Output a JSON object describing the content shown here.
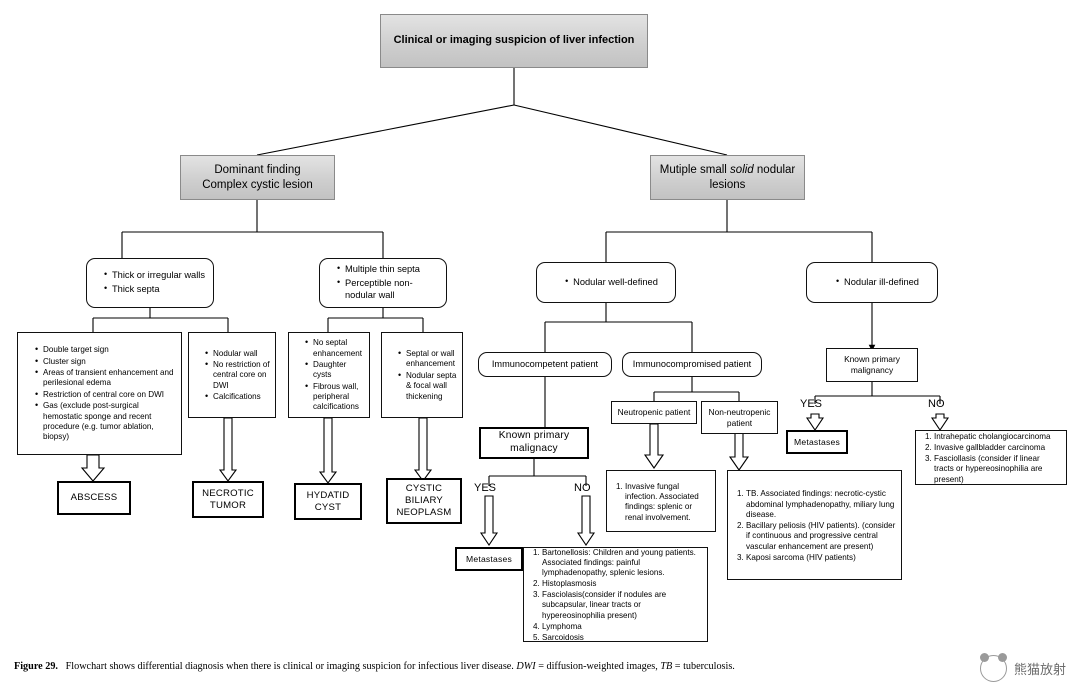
{
  "figure": {
    "label": "Figure 29.",
    "caption_text": "Flowchart shows differential diagnosis when there is clinical or imaging suspicion for infectious liver disease. ",
    "caption_dwi": "DWI",
    "caption_mid": " = diffusion-weighted images, ",
    "caption_tb": "TB",
    "caption_end": " = tuberculosis."
  },
  "watermark": {
    "text": "熊猫放射"
  },
  "nodes": {
    "root": {
      "label": "Clinical or imaging suspicion of liver infection"
    },
    "branch_cystic": {
      "line1": "Dominant finding",
      "line2": "Complex cystic lesion"
    },
    "branch_solid": {
      "pre": "Mutiple small ",
      "em": "solid",
      "post": " nodular lesions"
    },
    "crit_thick_walls": {
      "items": [
        "Thick or irregular walls",
        "Thick septa"
      ]
    },
    "crit_thin_septa": {
      "items": [
        "Multiple thin septa",
        "Perceptible non-nodular wall"
      ]
    },
    "crit_nodular_well": {
      "items": [
        "Nodular well-defined"
      ]
    },
    "crit_nodular_ill": {
      "items": [
        "Nodular ill-defined"
      ]
    },
    "abscess_features": {
      "items": [
        "Double target sign",
        "Cluster sign",
        "Areas of transient enhancement and perilesional edema",
        "Restriction of central core on DWI",
        "Gas (exclude post-surgical hemostatic sponge and recent procedure (e.g. tumor ablation, biopsy)"
      ]
    },
    "necrotic_features": {
      "items": [
        "Nodular wall",
        "No restriction of central core on DWI",
        "Calcifications"
      ]
    },
    "hydatid_features": {
      "items": [
        "No septal enhancement",
        "Daughter cysts",
        "Fibrous wall, peripheral calcifications"
      ]
    },
    "biliary_features": {
      "items": [
        "Septal or wall enhancement",
        "Nodular septa & focal wall thickening"
      ]
    },
    "out_abscess": {
      "label": "ABSCESS"
    },
    "out_necrotic": {
      "line1": "NECROTIC",
      "line2": "TUMOR"
    },
    "out_hydatid": {
      "line1": "HYDATID",
      "line2": "CYST"
    },
    "out_biliary": {
      "line1": "CYSTIC",
      "line2": "BILIARY",
      "line3": "NEOPLASM"
    },
    "immunocompetent": {
      "label": "Immunocompetent patient"
    },
    "immunocompromised": {
      "label": "Immunocompromised patient"
    },
    "neutropenic": {
      "label": "Neutropenic patient"
    },
    "non_neutropenic": {
      "line1": "Non-neutropenic",
      "line2": "patient"
    },
    "known_primary_left": {
      "line1": "Known primary",
      "line2": "malignacy"
    },
    "known_primary_right": {
      "line1": "Known primary",
      "line2": "malignancy"
    },
    "yes_left": {
      "label": "YES"
    },
    "no_left": {
      "label": "NO"
    },
    "yes_right": {
      "label": "YES"
    },
    "no_right": {
      "label": "NO"
    },
    "metastases_left": {
      "label": "Metastases"
    },
    "metastases_right": {
      "label": "Metastases"
    },
    "competent_no_list": {
      "items": [
        "Bartonellosis: Children and young patients. Associated findings: painful lymphadenopathy, splenic lesions.",
        "Histoplasmosis",
        "Fasciolasis(consider if nodules are subcapsular, linear tracts or hypereosinophilia present)",
        "Lymphoma",
        "Sarcoidosis"
      ]
    },
    "neutropenic_list": {
      "items": [
        "Invasive fungal infection. Associated findings: splenic or renal involvement."
      ]
    },
    "non_neutropenic_list": {
      "items": [
        "TB. Associated findings: necrotic-cystic abdominal lymphadenopathy, miliary lung disease.",
        "Bacillary peliosis (HIV patients). (consider if continuous and progressive central vascular enhancement are present)",
        "Kaposi sarcoma (HIV patients)"
      ]
    },
    "ill_defined_no_list": {
      "items": [
        "Intrahepatic cholangiocarcinoma",
        "Invasive gallbladder carcinoma",
        "Fasciollasis (consider if linear tracts or hypereosinophilia are present)"
      ]
    }
  },
  "colors": {
    "shaded_fill": "#d2d2d2",
    "border": "#111111",
    "background": "#ffffff"
  }
}
